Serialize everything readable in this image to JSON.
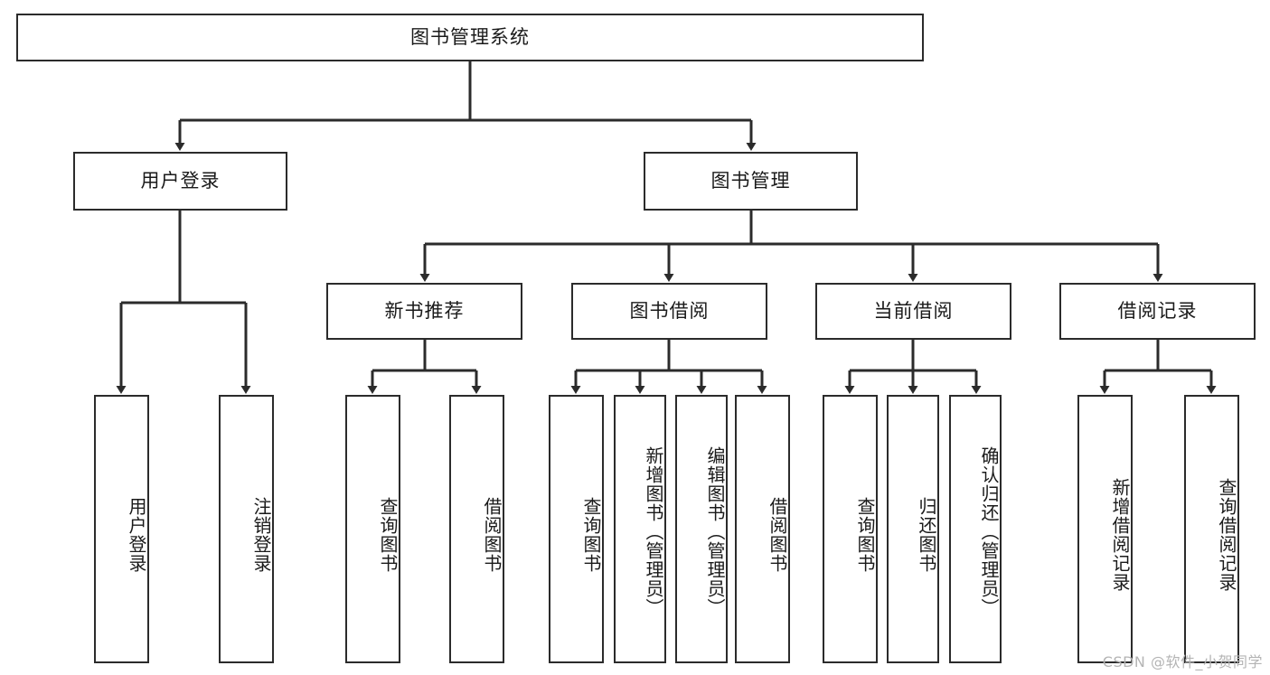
{
  "diagram": {
    "title": "图书管理系统",
    "type": "tree-hierarchy-diagram",
    "colors": {
      "box_border": "#2b2b2b",
      "box_fill": "#ffffff",
      "edge": "#2b2b2b",
      "text": "#1a1a1a",
      "watermark": "#b4b4b4",
      "background": "#ffffff"
    },
    "root": {
      "label": "图书管理系统"
    },
    "level2": [
      {
        "label": "用户登录"
      },
      {
        "label": "图书管理"
      }
    ],
    "level3": [
      {
        "label": "新书推荐"
      },
      {
        "label": "图书借阅"
      },
      {
        "label": "当前借阅"
      },
      {
        "label": "借阅记录"
      }
    ],
    "leaves": {
      "user_login": [
        {
          "label": "用户登录"
        },
        {
          "label": "注销登录"
        }
      ],
      "new_book_recommend": [
        {
          "label": "查询图书"
        },
        {
          "label": "借阅图书"
        }
      ],
      "book_borrow": [
        {
          "label": "查询图书"
        },
        {
          "label": "新增图书（管理员）"
        },
        {
          "label": "编辑图书（管理员）"
        },
        {
          "label": "借阅图书"
        }
      ],
      "current_borrow": [
        {
          "label": "查询图书"
        },
        {
          "label": "归还图书"
        },
        {
          "label": "确认归还（管理员）"
        }
      ],
      "borrow_records": [
        {
          "label": "新增借阅记录"
        },
        {
          "label": "查询借阅记录"
        }
      ]
    },
    "watermark": "CSDN @软件_小贺同学"
  }
}
